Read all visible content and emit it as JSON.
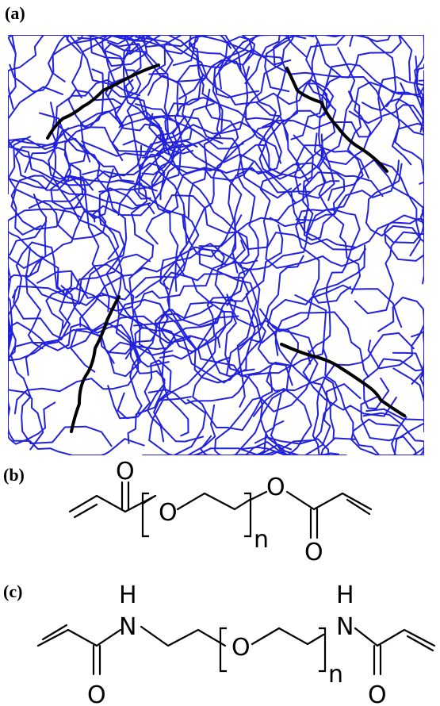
{
  "figure": {
    "panels": [
      {
        "label": "(a)"
      },
      {
        "label": "(b)"
      },
      {
        "label": "(c)"
      }
    ]
  },
  "colors": {
    "network": "#2222dd",
    "highlight": "#000000"
  },
  "structure_b": {
    "atoms": {
      "o_top": "O",
      "o_chain": "O",
      "o_ester": "O",
      "o_bottom": "O",
      "n": "n"
    }
  },
  "structure_c": {
    "atoms": {
      "h_left": "H",
      "n_left": "N",
      "o_left": "O",
      "o_chain": "O",
      "n_sub": "n",
      "h_right": "H",
      "n_right": "N",
      "o_right": "O"
    }
  }
}
